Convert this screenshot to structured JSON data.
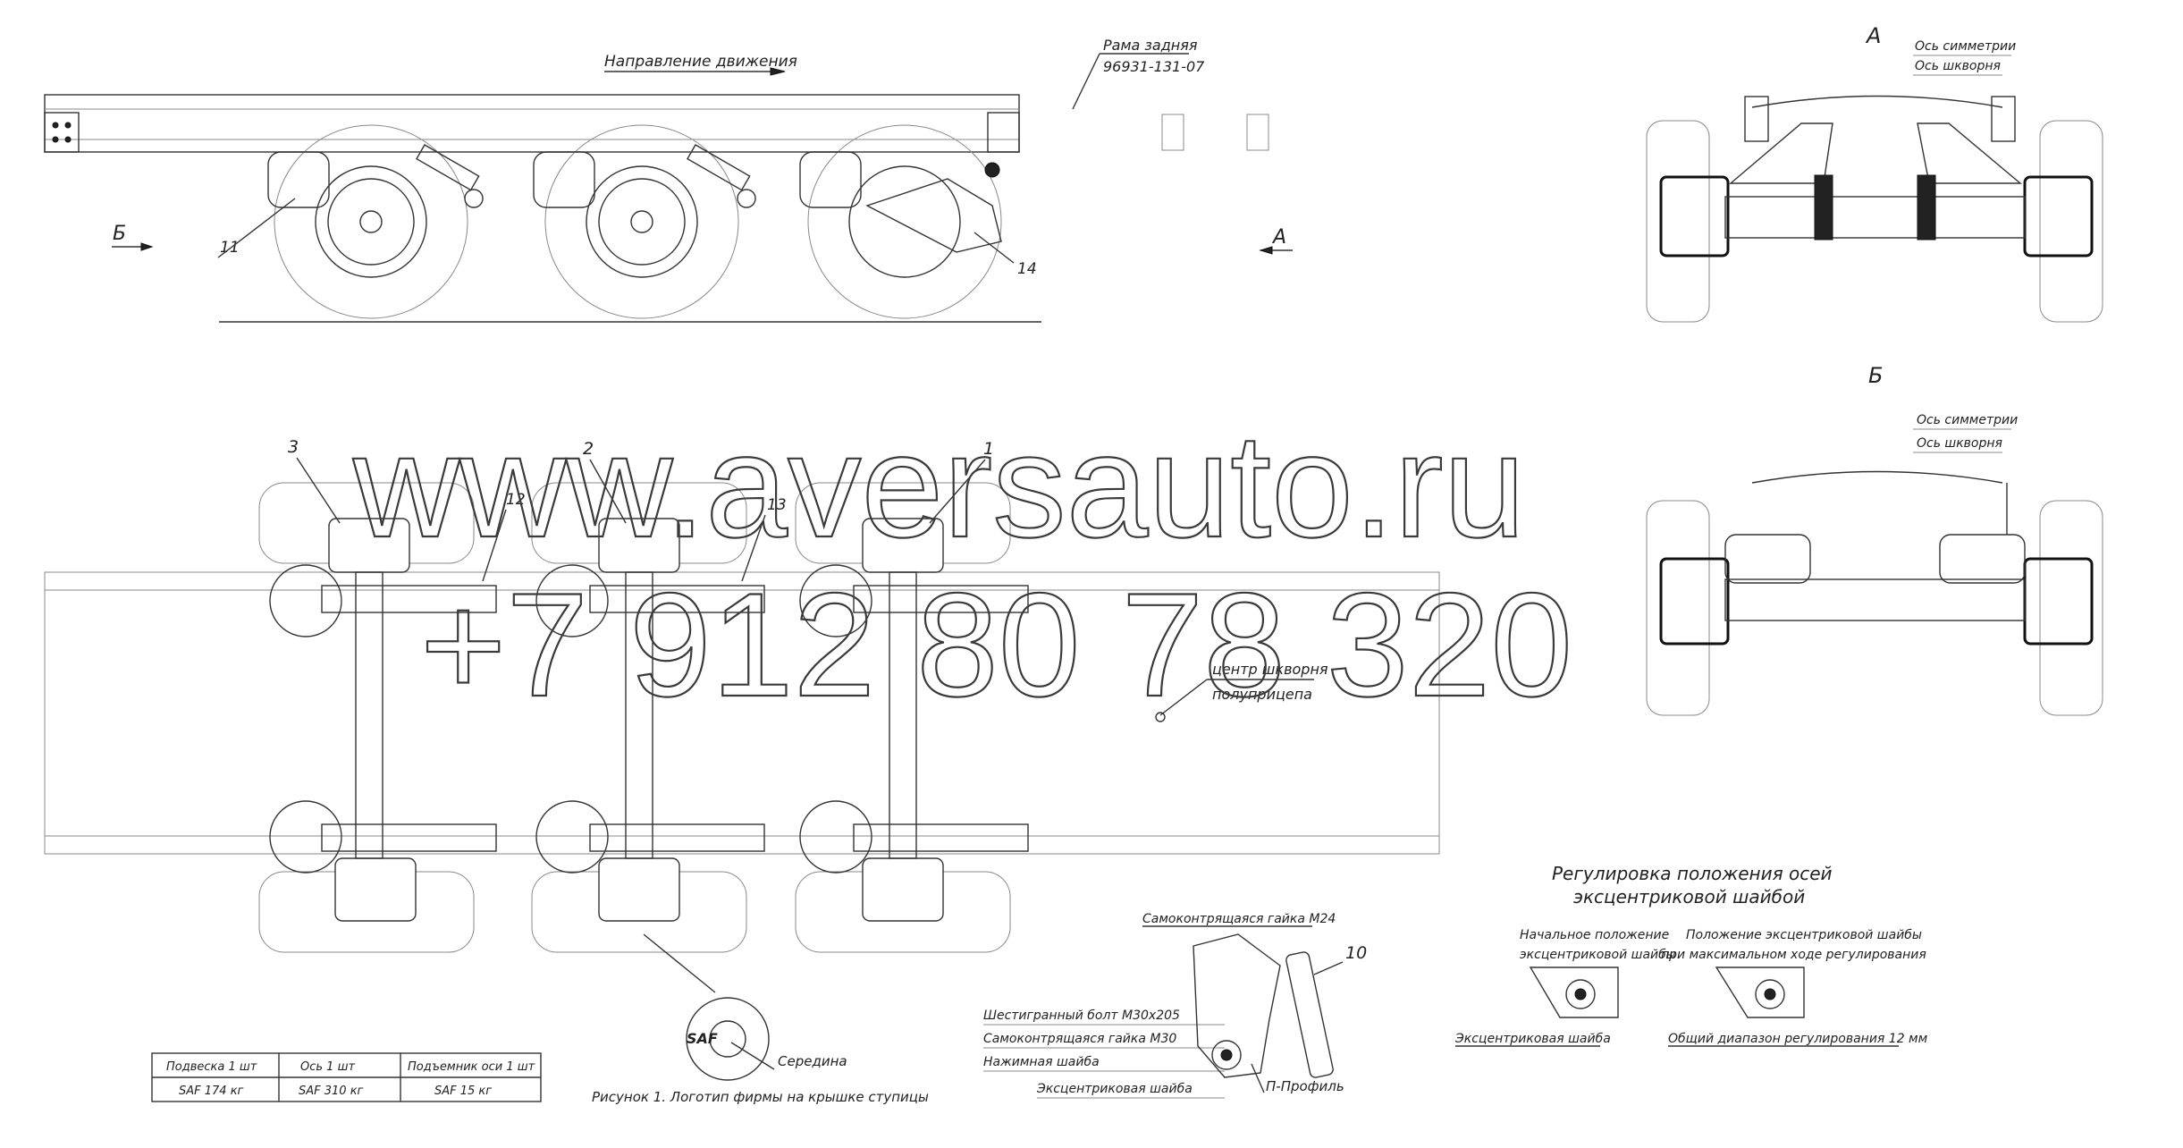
{
  "side_view": {
    "direction_label": "Направление движения",
    "frame_label": "Рама задняя",
    "frame_part_no": "96931-131-07",
    "view_b_arrow": "Б",
    "view_a_arrow": "А",
    "callout_11": "11",
    "callout_14": "14"
  },
  "view_a": {
    "title": "А",
    "symmetry_axis": "Ось симметрии",
    "kingpin_axis": "Ось шкворня"
  },
  "view_b": {
    "title": "Б",
    "symmetry_axis": "Ось симметрии",
    "kingpin_axis": "Ось шкворня"
  },
  "plan_view": {
    "callout_1": "1",
    "callout_2": "2",
    "callout_3": "3",
    "callout_12": "12",
    "callout_13": "13",
    "kingpin_center": "центр шкворня",
    "kingpin_center_2": "полуприцепа"
  },
  "watermark": {
    "site": "www.aversauto.ru",
    "phone": "+7 912 80 78 320"
  },
  "weights_table": {
    "headers": [
      "Подвеска 1 шт",
      "Ось 1 шт",
      "Подъемник оси 1 шт"
    ],
    "values": [
      "SAF    174 кг",
      "SAF    310 кг",
      "SAF    15 кг"
    ]
  },
  "logo": {
    "brand": "SAF",
    "middle_label": "Середина",
    "caption": "Рисунок 1. Логотип фирмы на крышке ступицы"
  },
  "bracket_detail": {
    "nut_top": "Самоконтрящаяся гайка М24",
    "bolt": "Шестигранный болт М30х205",
    "nut_m30": "Самоконтрящаяся гайка М30",
    "washer": "Нажимная шайба",
    "eccentric_washer": "Эксцентриковая шайба",
    "profile": "П-Профиль",
    "callout_10": "10"
  },
  "adjustment": {
    "title_1": "Регулировка положения осей",
    "title_2": "эксцентриковой шайбой",
    "start_pos_1": "Начальное положение",
    "start_pos_2": "эксцентриковой шайбы",
    "max_pos_1": "Положение эксцентриковой шайбы",
    "max_pos_2": "при максимальном ходе регулирования",
    "washer_label": "Эксцентриковая шайба",
    "range_label": "Общий диапазон регулирования 12 мм"
  }
}
